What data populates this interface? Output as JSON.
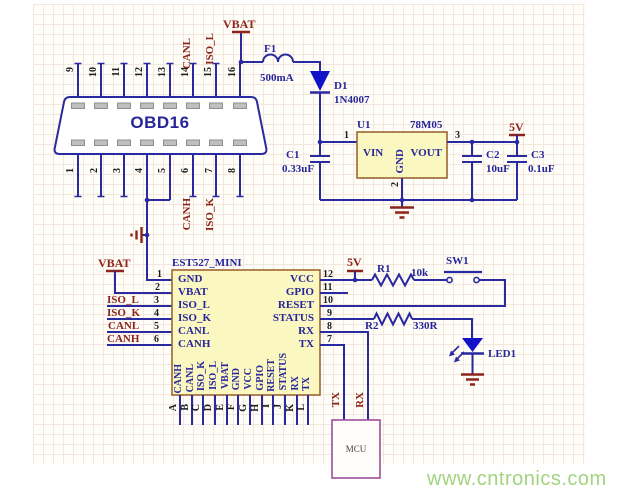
{
  "watermark": "www.cntronics.com",
  "power": {
    "vbat": "VBAT",
    "v5": "5V"
  },
  "obd16": {
    "title": "OBD16",
    "top_pin_numbers": [
      "9",
      "10",
      "11",
      "12",
      "13",
      "14",
      "15",
      "16"
    ],
    "bottom_pin_numbers": [
      "1",
      "2",
      "3",
      "4",
      "5",
      "6",
      "7",
      "8"
    ],
    "labels": {
      "pin14": "CANL",
      "pin15": "ISO_L",
      "pin6": "CANH",
      "pin7": "ISO_K"
    }
  },
  "fuse": {
    "ref": "F1",
    "value": "500mA"
  },
  "diode": {
    "ref": "D1",
    "value": "1N4007"
  },
  "regulator": {
    "ref": "U1",
    "part": "78M05",
    "vin": "VIN",
    "vout": "VOUT",
    "gnd": "GND",
    "pin_vin": "1",
    "pin_gnd": "2",
    "pin_vout": "3"
  },
  "capacitors": {
    "c1": {
      "ref": "C1",
      "value": "0.33uF"
    },
    "c2": {
      "ref": "C2",
      "value": "10uF"
    },
    "c3": {
      "ref": "C3",
      "value": "0.1uF"
    }
  },
  "chip": {
    "title": "EST527_MINI",
    "left_pins": [
      {
        "num": "1",
        "name": "GND"
      },
      {
        "num": "2",
        "name": "VBAT"
      },
      {
        "num": "3",
        "name": "ISO_L",
        "net": "ISO_L"
      },
      {
        "num": "4",
        "name": "ISO_K",
        "net": "ISO_K"
      },
      {
        "num": "5",
        "name": "CANL",
        "net": "CANL"
      },
      {
        "num": "6",
        "name": "CANH",
        "net": "CANH"
      }
    ],
    "right_pins": [
      {
        "num": "12",
        "name": "VCC"
      },
      {
        "num": "11",
        "name": "GPIO"
      },
      {
        "num": "10",
        "name": "RESET"
      },
      {
        "num": "9",
        "name": "STATUS"
      },
      {
        "num": "8",
        "name": "RX"
      },
      {
        "num": "7",
        "name": "TX"
      }
    ],
    "bottom_pins": [
      {
        "letter": "A",
        "name": "CANH"
      },
      {
        "letter": "B",
        "name": "CANL"
      },
      {
        "letter": "C",
        "name": "ISO_K"
      },
      {
        "letter": "D",
        "name": "ISO_L"
      },
      {
        "letter": "E",
        "name": "VBAT"
      },
      {
        "letter": "F",
        "name": "GND"
      },
      {
        "letter": "G",
        "name": "VCC"
      },
      {
        "letter": "H",
        "name": "GPIO"
      },
      {
        "letter": "I",
        "name": "RESET"
      },
      {
        "letter": "J",
        "name": "STATUS"
      },
      {
        "letter": "K",
        "name": "RX"
      },
      {
        "letter": "L",
        "name": "TX"
      }
    ]
  },
  "resistors": {
    "r1": {
      "ref": "R1",
      "value": "10k"
    },
    "r2": {
      "ref": "R2",
      "value": "330R"
    }
  },
  "switch": {
    "ref": "SW1"
  },
  "led": {
    "ref": "LED1"
  },
  "mcu": {
    "label": "MCU",
    "tx": "TX",
    "rx": "RX"
  },
  "colors": {
    "wire": "#2a2aa0",
    "net_label": "#8d241a",
    "body_fill": "#fbf7c0",
    "body_border": "#9c6630",
    "diode_fill": "#1212c8",
    "mcu_border": "#9b4f9b",
    "watermark": "#a2d37f"
  }
}
